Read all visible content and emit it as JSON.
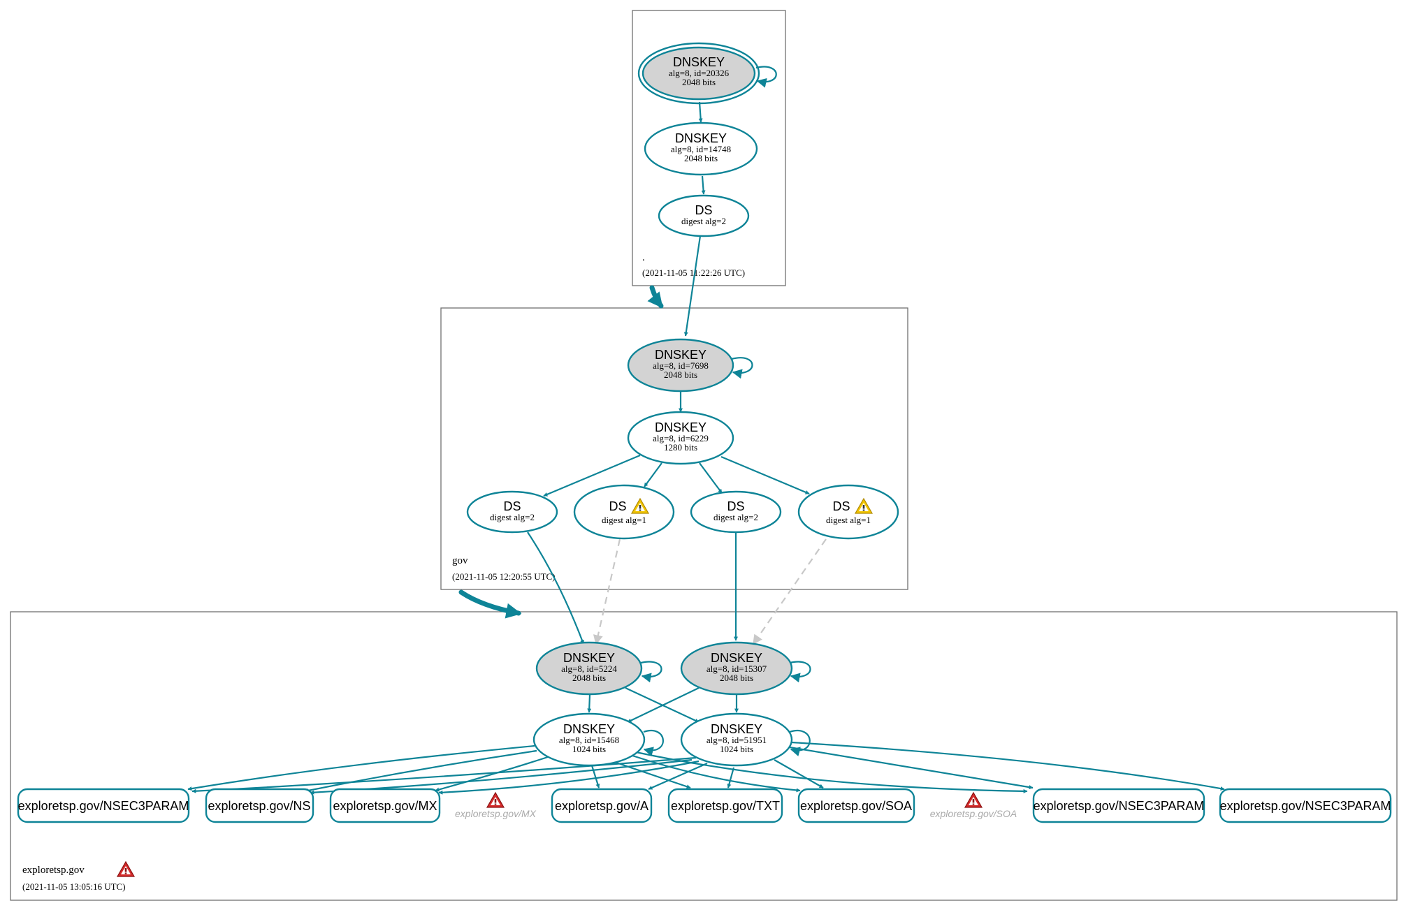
{
  "zones": {
    "root": {
      "name": ".",
      "time": "(2021-11-05 11:22:26 UTC)"
    },
    "gov": {
      "name": "gov",
      "time": "(2021-11-05 12:20:55 UTC)"
    },
    "exploretsp": {
      "name": "exploretsp.gov",
      "time": "(2021-11-05 13:05:16 UTC)"
    }
  },
  "nodes": {
    "root_ksk": {
      "title": "DNSKEY",
      "line1": "alg=8, id=20326",
      "line2": "2048 bits"
    },
    "root_zsk": {
      "title": "DNSKEY",
      "line1": "alg=8, id=14748",
      "line2": "2048 bits"
    },
    "root_ds": {
      "title": "DS",
      "line1": "digest alg=2"
    },
    "gov_ksk": {
      "title": "DNSKEY",
      "line1": "alg=8, id=7698",
      "line2": "2048 bits"
    },
    "gov_zsk": {
      "title": "DNSKEY",
      "line1": "alg=8, id=6229",
      "line2": "1280 bits"
    },
    "gov_ds1": {
      "title": "DS",
      "line1": "digest alg=2"
    },
    "gov_ds2": {
      "title": "DS",
      "line1": "digest alg=1",
      "warning": true
    },
    "gov_ds3": {
      "title": "DS",
      "line1": "digest alg=2"
    },
    "gov_ds4": {
      "title": "DS",
      "line1": "digest alg=1",
      "warning": true
    },
    "ex_ksk1": {
      "title": "DNSKEY",
      "line1": "alg=8, id=5224",
      "line2": "2048 bits"
    },
    "ex_ksk2": {
      "title": "DNSKEY",
      "line1": "alg=8, id=15307",
      "line2": "2048 bits"
    },
    "ex_zsk1": {
      "title": "DNSKEY",
      "line1": "alg=8, id=15468",
      "line2": "1024 bits"
    },
    "ex_zsk2": {
      "title": "DNSKEY",
      "line1": "alg=8, id=51951",
      "line2": "1024 bits"
    }
  },
  "rrsets": [
    "exploretsp.gov/NSEC3PARAM",
    "exploretsp.gov/NS",
    "exploretsp.gov/MX",
    "exploretsp.gov/A",
    "exploretsp.gov/TXT",
    "exploretsp.gov/SOA",
    "exploretsp.gov/NSEC3PARAM",
    "exploretsp.gov/NSEC3PARAM"
  ],
  "nonexistent": [
    "exploretsp.gov/MX",
    "exploretsp.gov/SOA"
  ],
  "colors": {
    "edge": "#0e8497",
    "ksk_fill": "#d3d3d3",
    "dashed_edge": "#c8c8c8",
    "warning_yellow": "#f2c500",
    "error_red": "#d42a2a"
  }
}
